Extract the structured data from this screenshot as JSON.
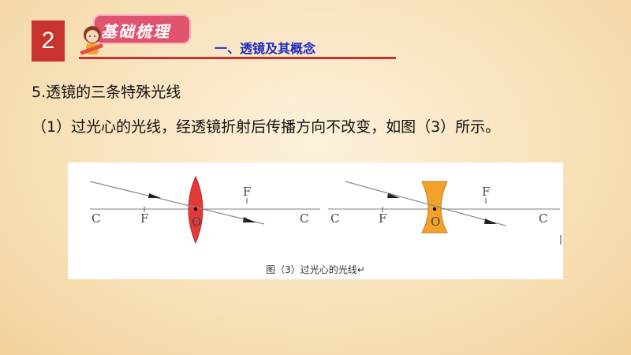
{
  "slide": {
    "section_number": "2",
    "tab_label": "基础梳理",
    "section_title": "一、透镜及其概念",
    "heading": "5.透镜的三条特殊光线",
    "paragraph": "（1）过光心的光线，经透镜折射后传播方向不改变，如图（3）所示。"
  },
  "figure": {
    "caption": "图（3）过光心的光线↵",
    "left_diagram": {
      "lens_type": "convex",
      "lens_color": "#e3393a",
      "labels": {
        "c_left": "C",
        "f_left": "F",
        "o": "O",
        "f_top": "F",
        "c_right": "C"
      }
    },
    "right_diagram": {
      "lens_type": "concave",
      "lens_color": "#f2a22a",
      "labels": {
        "c_left": "C",
        "f_left": "F",
        "o": "O",
        "f_top": "F",
        "c_right": "C"
      }
    }
  }
}
